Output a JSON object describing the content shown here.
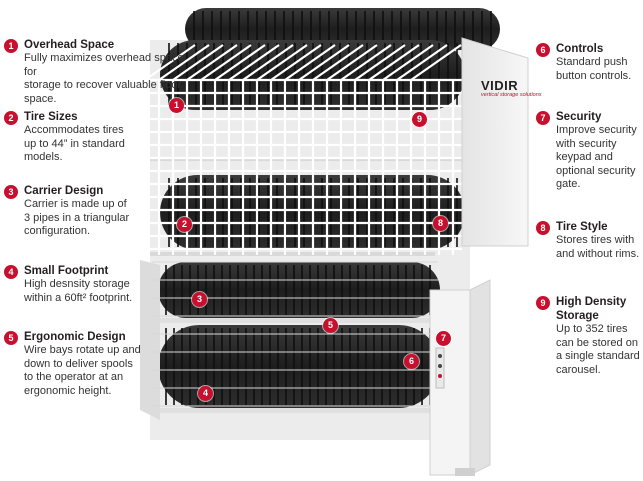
{
  "features_left": [
    {
      "num": "1",
      "title": "Overhead Space",
      "desc": [
        "Fully maximizes overhead space for",
        "storage to recover valuable floor",
        "space."
      ]
    },
    {
      "num": "2",
      "title": "Tire Sizes",
      "desc": [
        "Accommodates tires",
        "up to 44” in standard",
        "models."
      ]
    },
    {
      "num": "3",
      "title": "Carrier Design",
      "desc": [
        "Carrier is made up of",
        "3 pipes in a triangular",
        "configuration."
      ]
    },
    {
      "num": "4",
      "title": "Small Footprint",
      "desc": [
        "High desnsity storage",
        "within a 60ft² footprint."
      ]
    },
    {
      "num": "5",
      "title": "Ergonomic Design",
      "desc": [
        "Wire bays rotate up and",
        "down to deliver spools",
        "to the operator at an",
        "ergonomic height."
      ]
    }
  ],
  "features_right": [
    {
      "num": "6",
      "title": "Controls",
      "desc": [
        "Standard push",
        "button controls."
      ]
    },
    {
      "num": "7",
      "title": "Security",
      "desc": [
        "Improve security",
        "with security",
        "keypad and",
        "optional security",
        "gate."
      ]
    },
    {
      "num": "8",
      "title": "Tire Style",
      "desc": [
        "Stores tires with",
        "and without rims."
      ]
    },
    {
      "num": "9",
      "title": "High Density",
      "title2": "Storage",
      "desc": [
        "Up to 352 tires",
        "can be stored on",
        "a single standard",
        "carousel."
      ]
    }
  ],
  "callouts": [
    {
      "num": "1"
    },
    {
      "num": "2"
    },
    {
      "num": "3"
    },
    {
      "num": "4"
    },
    {
      "num": "5"
    },
    {
      "num": "6"
    },
    {
      "num": "7"
    },
    {
      "num": "8"
    },
    {
      "num": "9"
    }
  ],
  "brand": {
    "logo": "VIDIR",
    "tagline": "vertical storage solutions"
  },
  "colors": {
    "accent": "#c8102e",
    "text": "#231f20",
    "tire": "#2a2a2a",
    "frame": "#f2f2f2"
  }
}
